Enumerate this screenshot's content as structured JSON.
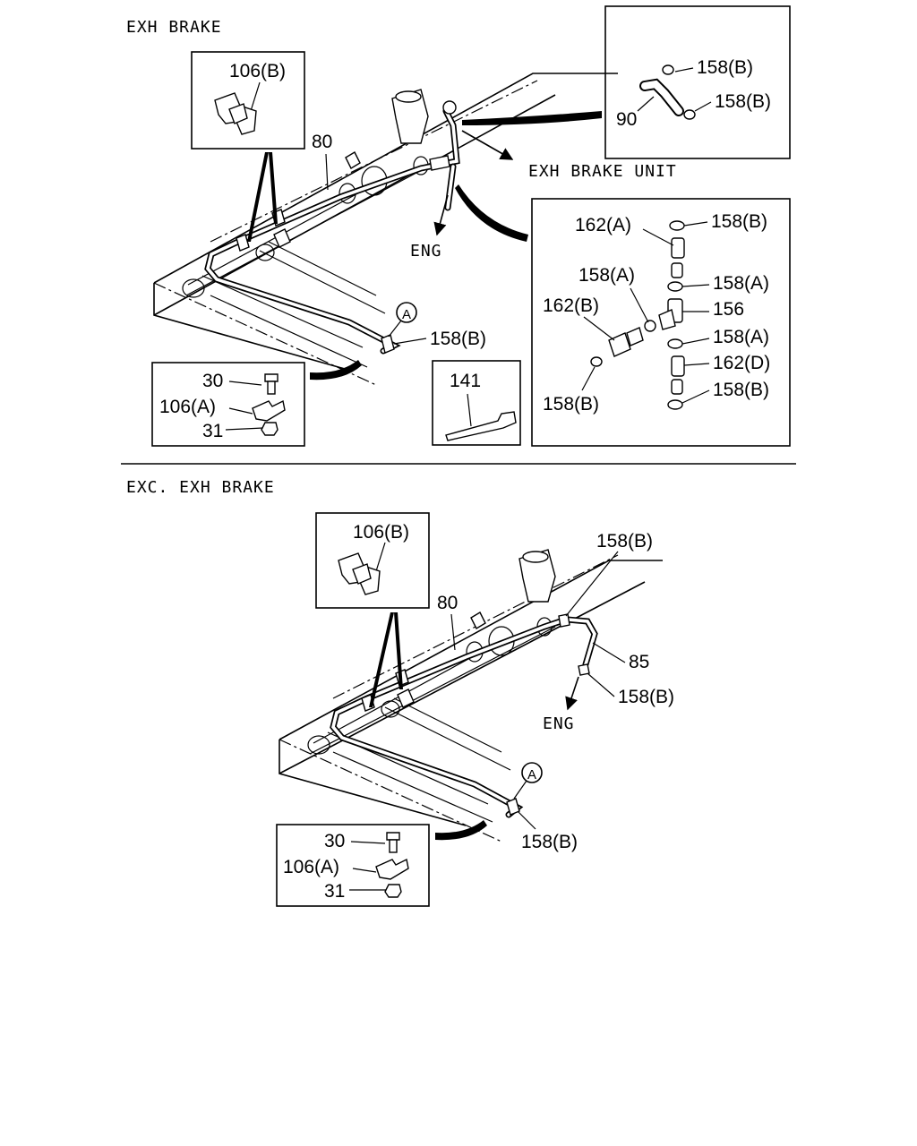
{
  "sections": {
    "exh_brake": "EXH BRAKE",
    "exc_exh_brake": "EXC. EXH BRAKE"
  },
  "top": {
    "unit_label": "EXH BRAKE UNIT",
    "eng_label": "ENG",
    "circle_a": "A",
    "callouts": {
      "pipe_80": "80",
      "bracket_106b": "106(B)",
      "clip_158b_end": "158(B)",
      "hose_90": "90",
      "clip_158b_hose_1": "158(B)",
      "clip_158b_hose_2": "158(B)",
      "hose_162a": "162(A)",
      "clip_158b_1": "158(B)",
      "clip_158a_1": "158(A)",
      "clip_158a_2": "158(A)",
      "hose_162b": "162(B)",
      "joint_156": "156",
      "clip_158a_3": "158(A)",
      "hose_162d": "162(D)",
      "clip_158b_2": "158(B)",
      "clip_158b_3": "158(B)",
      "bolt_30": "30",
      "clamp_106a": "106(A)",
      "nut_31": "31",
      "tie_141": "141"
    }
  },
  "bottom": {
    "eng_label": "ENG",
    "circle_a": "A",
    "callouts": {
      "bracket_106b": "106(B)",
      "pipe_80": "80",
      "clip_158b_top": "158(B)",
      "hose_85": "85",
      "clip_158b_eng": "158(B)",
      "clip_158b_end": "158(B)",
      "bolt_30": "30",
      "clamp_106a": "106(A)",
      "nut_31": "31"
    }
  }
}
